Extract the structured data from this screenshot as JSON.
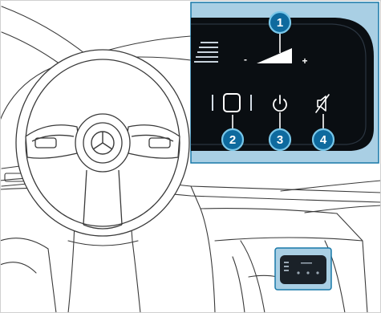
{
  "callouts": {
    "volume": "1",
    "frame_button": "2",
    "power": "3",
    "mute": "4"
  },
  "volume_control": {
    "minus": "-",
    "plus": "+"
  },
  "icons": {
    "frame_button": "rounded-square-button-icon",
    "power": "power-icon",
    "mute": "mute-speaker-icon"
  },
  "colors": {
    "background": "#ffffff",
    "inset_background": "#a9cfe4",
    "panel": "#0a0e12",
    "callout_fill": "#0e6a9e",
    "callout_ring": "#78c6e8",
    "line_art": "#3a3a3a",
    "highlight_frame": "#1878a8"
  }
}
